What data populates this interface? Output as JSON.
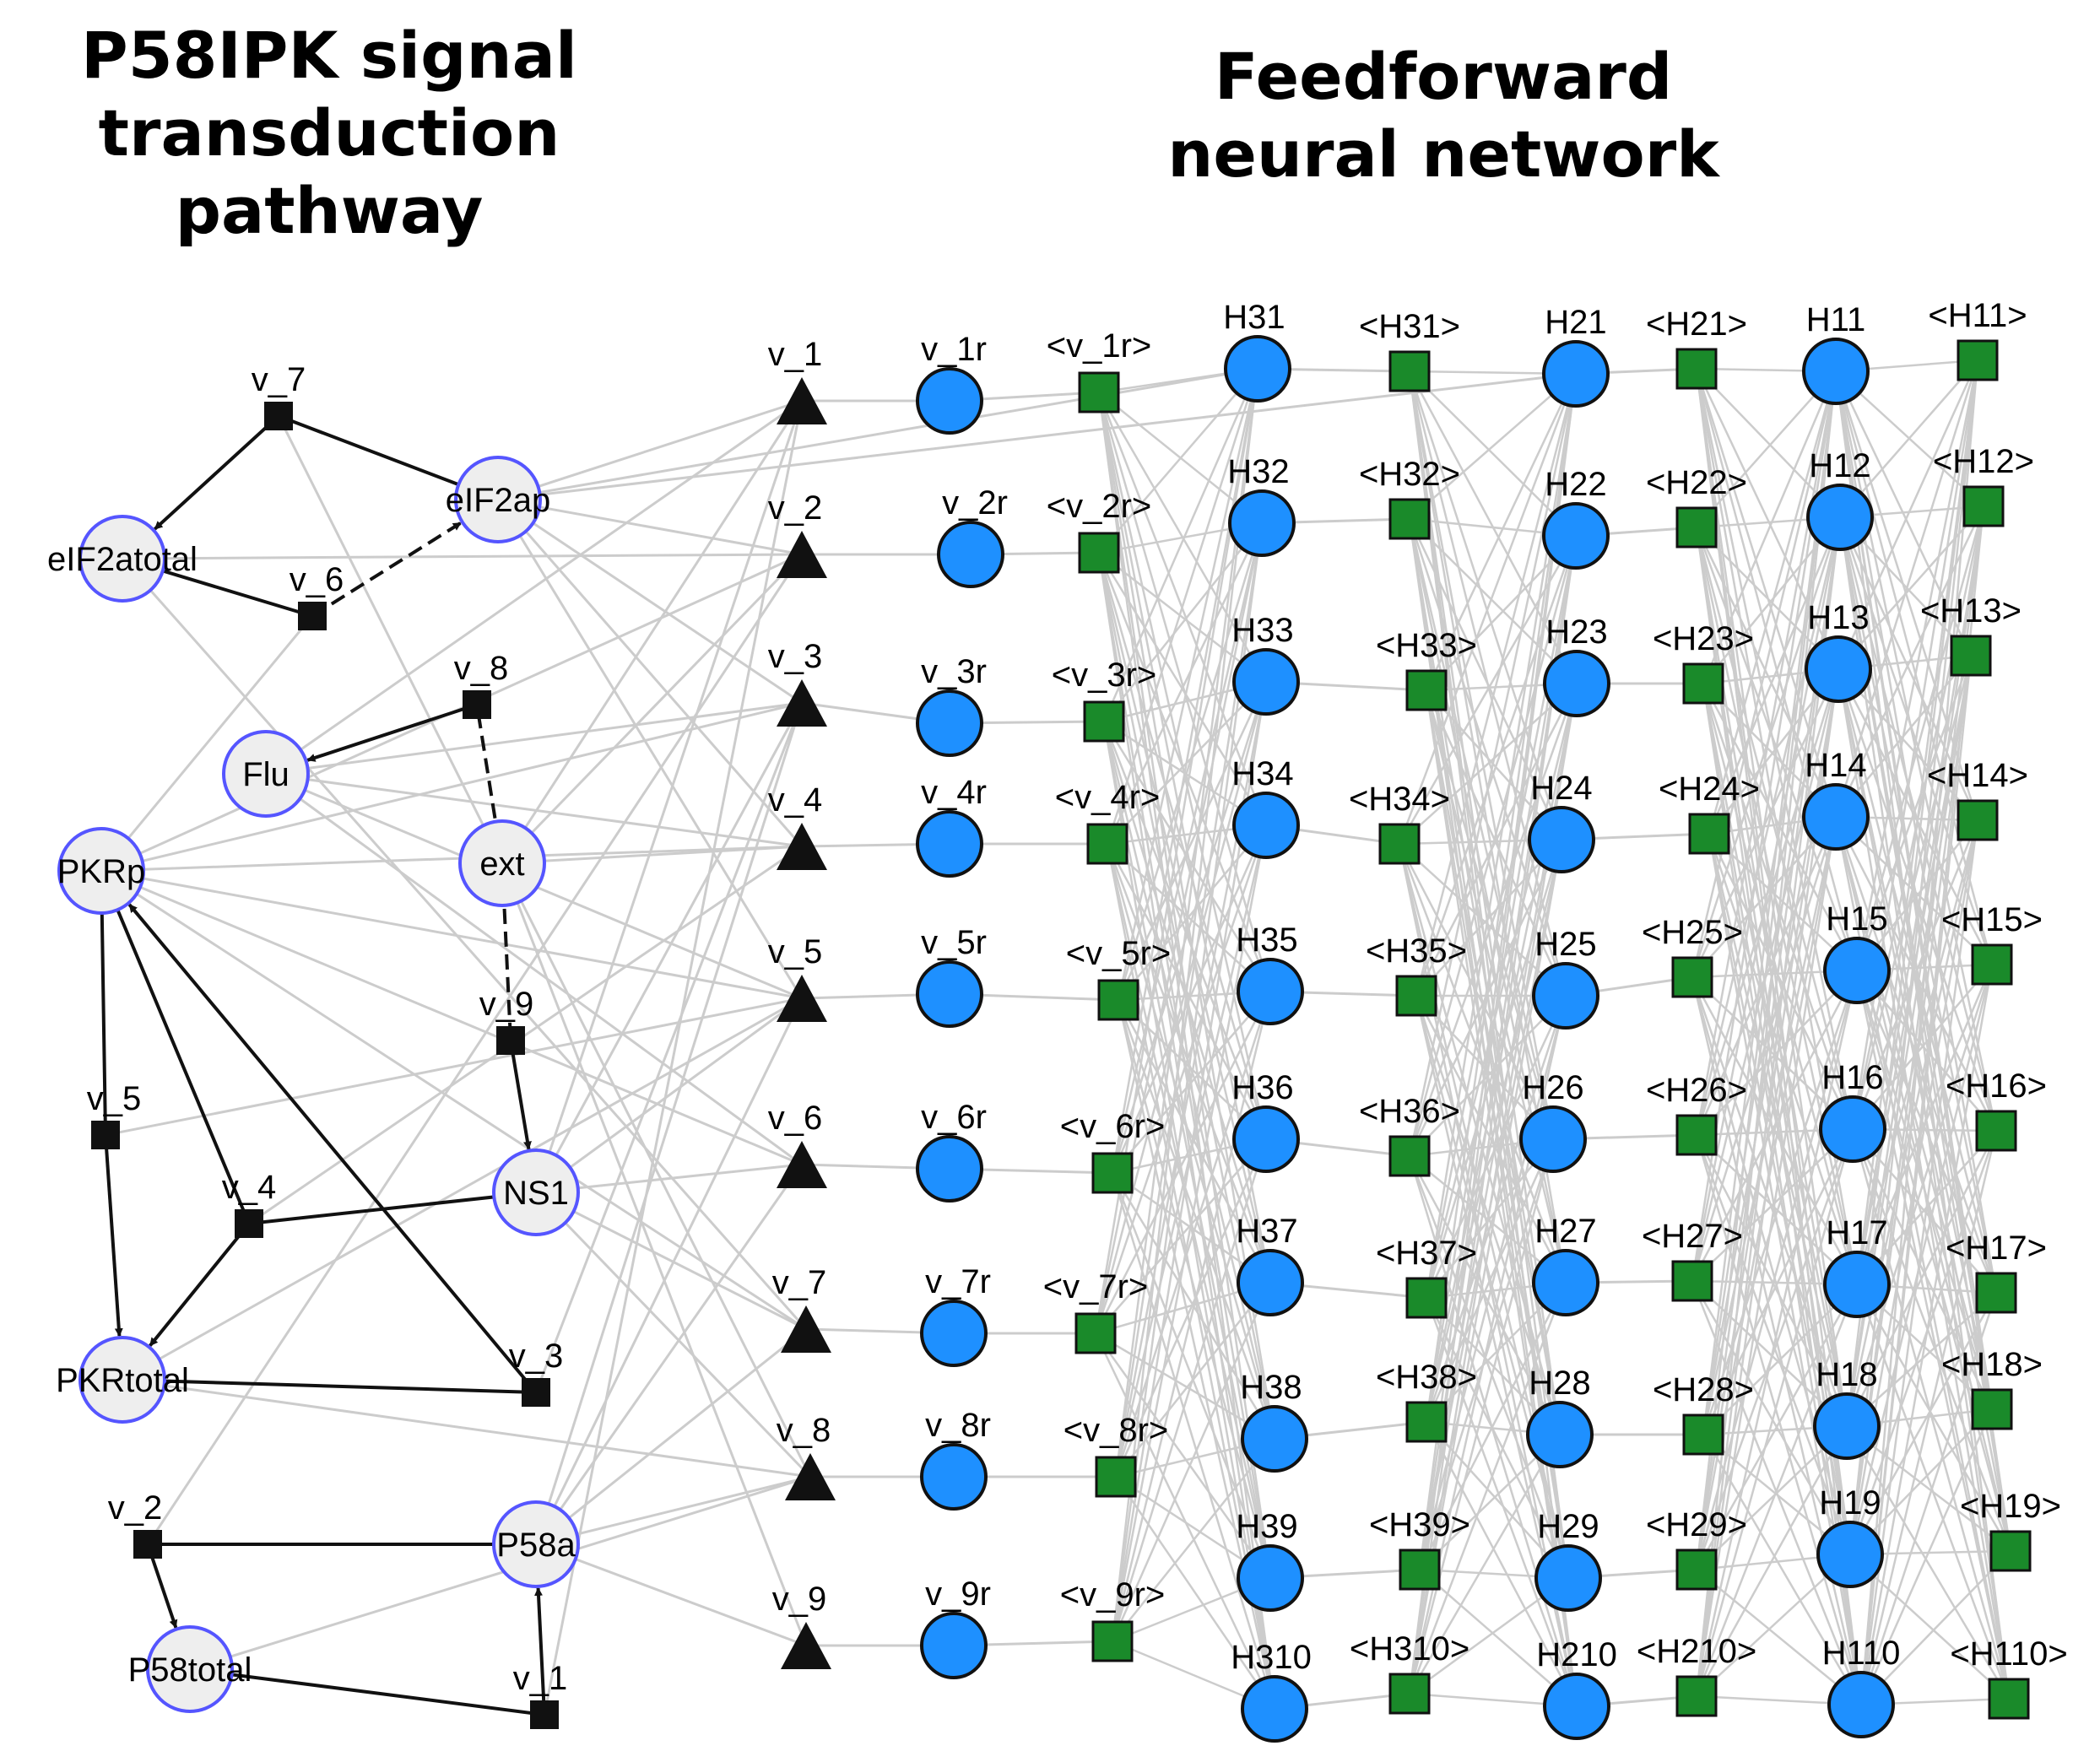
{
  "titles": {
    "pathway": [
      "P58IPK signal",
      "transduction",
      "pathway"
    ],
    "network": [
      "Feedforward",
      "neural network"
    ]
  },
  "colors": {
    "edge_gray": "#cccccc",
    "species_fill": "#eeeeee",
    "species_stroke": "#5555ff",
    "neuron_fill": "#1e90ff",
    "output_fill": "#1a8a2a",
    "reaction_fill": "#111111"
  },
  "pathway": {
    "species": [
      "eIF2atotal",
      "eIF2ap",
      "Flu",
      "PKRp",
      "ext",
      "NS1",
      "PKRtotal",
      "P58a",
      "P58total"
    ],
    "reactions": [
      "v_7",
      "v_6",
      "v_8",
      "v_9",
      "v_5",
      "v_4",
      "v_3",
      "v_2",
      "v_1"
    ]
  },
  "network": {
    "input_labels": [
      "v_1",
      "v_2",
      "v_3",
      "v_4",
      "v_5",
      "v_6",
      "v_7",
      "v_8",
      "v_9"
    ],
    "input_neurons": [
      "v_1r",
      "v_2r",
      "v_3r",
      "v_4r",
      "v_5r",
      "v_6r",
      "v_7r",
      "v_8r",
      "v_9r"
    ],
    "input_outputs": [
      "<v_1r>",
      "<v_2r>",
      "<v_3r>",
      "<v_4r>",
      "<v_5r>",
      "<v_6r>",
      "<v_7r>",
      "<v_8r>",
      "<v_9r>"
    ],
    "layer3": [
      "H31",
      "H32",
      "H33",
      "H34",
      "H35",
      "H36",
      "H37",
      "H38",
      "H39",
      "H310"
    ],
    "layer3_out": [
      "<H31>",
      "<H32>",
      "<H33>",
      "<H34>",
      "<H35>",
      "<H36>",
      "<H37>",
      "<H38>",
      "<H39>",
      "<H310>"
    ],
    "layer2": [
      "H21",
      "H22",
      "H23",
      "H24",
      "H25",
      "H26",
      "H27",
      "H28",
      "H29",
      "H210"
    ],
    "layer2_out": [
      "<H21>",
      "<H22>",
      "<H23>",
      "<H24>",
      "<H25>",
      "<H26>",
      "<H27>",
      "<H28>",
      "<H29>",
      "<H210>"
    ],
    "layer1": [
      "H11",
      "H12",
      "H13",
      "H14",
      "H15",
      "H16",
      "H17",
      "H18",
      "H19",
      "H110"
    ],
    "layer1_out": [
      "<H11>",
      "<H12>",
      "<H13>",
      "<H14>",
      "<H15>",
      "<H16>",
      "<H17>",
      "<H18>",
      "<H19>",
      "<H110>"
    ]
  }
}
